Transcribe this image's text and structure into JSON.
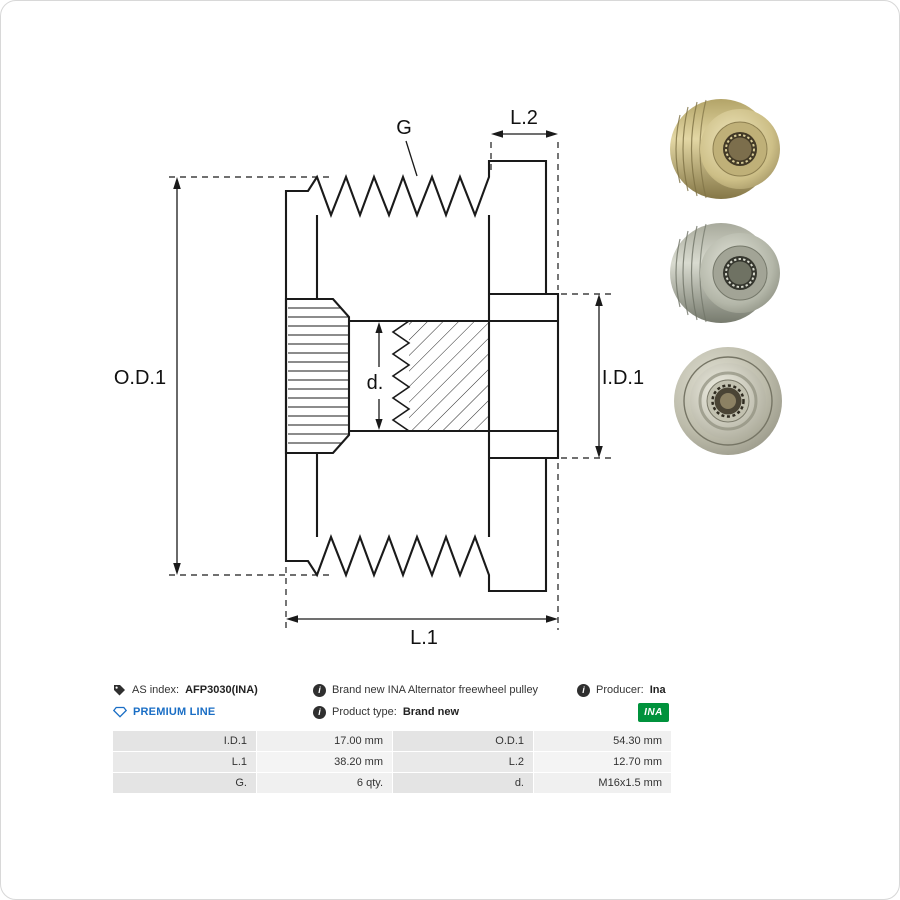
{
  "colors": {
    "premium_blue": "#1a6ec5",
    "ina_green": "#00923c",
    "line_black": "#1a1a1a",
    "table_label_bg": "#e4e4e4",
    "table_value_bg": "#f0f0f0"
  },
  "drawing": {
    "labels": {
      "od1": "O.D.1",
      "l2": "L.2",
      "g": "G",
      "d": "d.",
      "id1": "I.D.1",
      "l1": "L.1"
    }
  },
  "icons": {
    "info_glyph": "i"
  },
  "info": {
    "as_index_label": "AS index:",
    "as_index_value": "AFP3030(INA)",
    "description": "Brand new INA Alternator freewheel pulley",
    "producer_label": "Producer:",
    "producer_value": "Ina",
    "premium_line": "PREMIUM LINE",
    "product_type_label": "Product type:",
    "product_type_value": "Brand new",
    "brand_logo": "INA"
  },
  "specs": {
    "rows": [
      {
        "label1": "I.D.1",
        "value1": "17.00 mm",
        "label2": "O.D.1",
        "value2": "54.30 mm"
      },
      {
        "label1": "L.1",
        "value1": "38.20 mm",
        "label2": "L.2",
        "value2": "12.70 mm"
      },
      {
        "label1": "G.",
        "value1": "6 qty.",
        "label2": "d.",
        "value2": "M16x1.5 mm"
      }
    ]
  }
}
